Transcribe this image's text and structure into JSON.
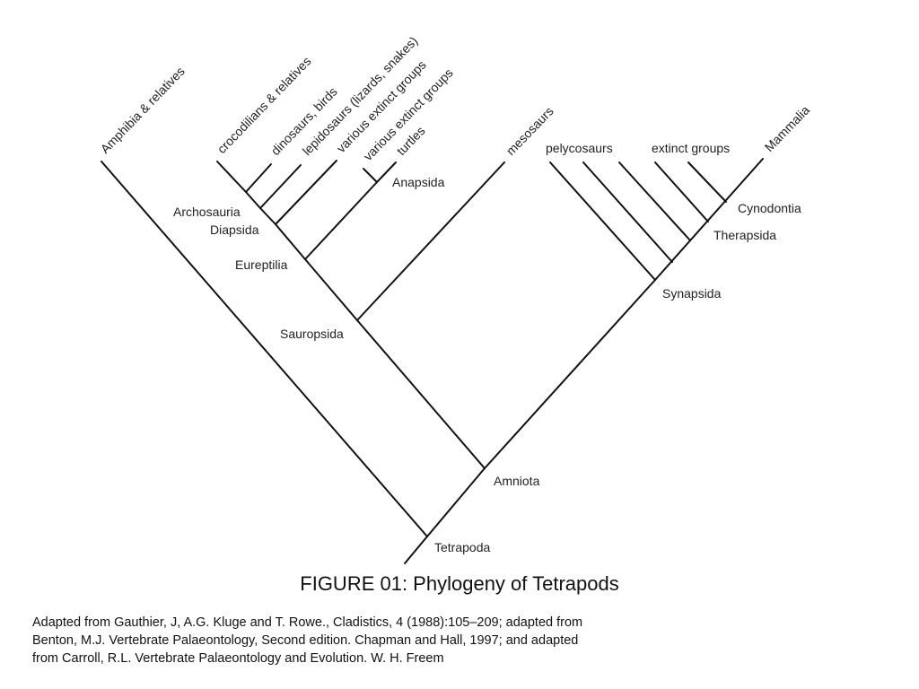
{
  "figure": {
    "title": "FIGURE 01: Phylogeny of Tetrapods",
    "credit": "Adapted from Gauthier, J, A.G. Kluge and T. Rowe., Cladistics, 4 (1988):105–209; adapted from Benton, M.J. Vertebrate Palaeontology, Second edition. Chapman and Hall, 1997; and adapted from Carroll, R.L. Vertebrate Palaeontology and Evolution. W. H. Freem"
  },
  "tips": {
    "amphibia": "Amphibia & relatives",
    "crocodilians": "crocodilians & relatives",
    "dinosaurs": "dinosaurs, birds",
    "lepidosaurs": "lepidosaurs (lizards, snakes)",
    "extinct1": "various extinct groups",
    "extinct2": "various extinct groups",
    "turtles": "turtles",
    "mesosaurs": "mesosaurs",
    "pelycosaurs": "pelycosaurs",
    "extinct_groups": "extinct groups",
    "mammalia": "Mammalia"
  },
  "clades": {
    "tetrapoda": "Tetrapoda",
    "amniota": "Amniota",
    "sauropsida": "Sauropsida",
    "eureptilia": "Eureptilia",
    "diapsida": "Diapsida",
    "archosauria": "Archosauria",
    "anapsida": "Anapsida",
    "synapsida": "Synapsida",
    "therapsida": "Therapsida",
    "cynodontia": "Cynodontia"
  }
}
